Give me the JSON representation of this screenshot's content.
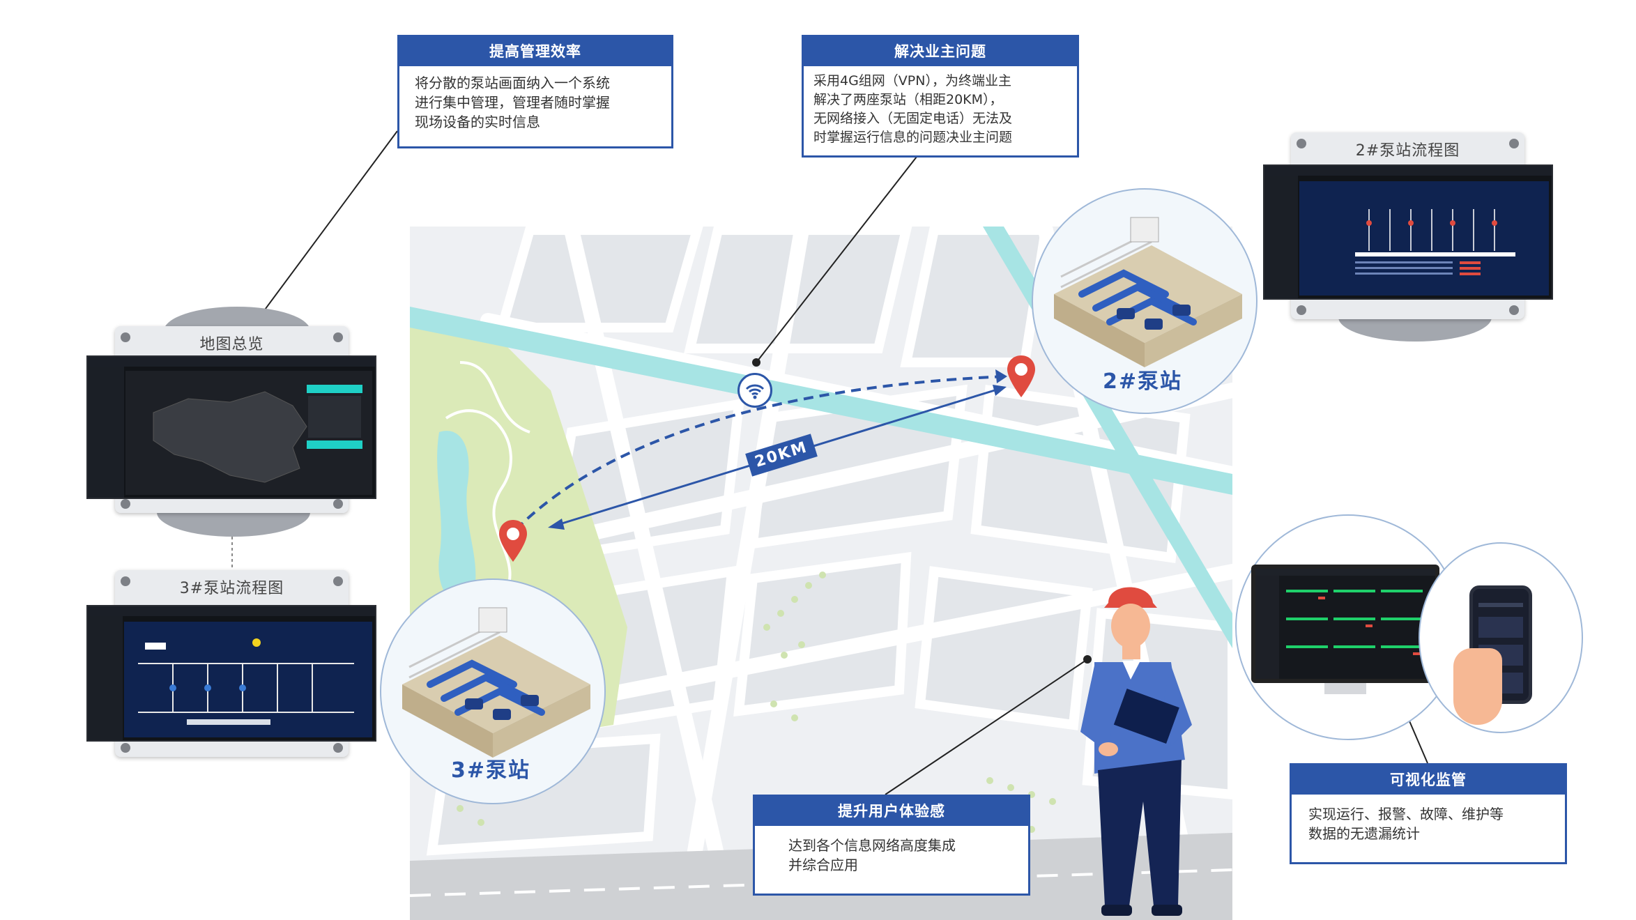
{
  "callouts": {
    "efficiency": {
      "title": "提高管理效率",
      "lines": [
        "将分散的泵站画面纳入一个系统",
        "进行集中管理，管理者随时掌握",
        "现场设备的实时信息"
      ]
    },
    "solve": {
      "title": "解决业主问题",
      "lines": [
        "采用4G组网（VPN），为终端业主",
        "解决了两座泵站（相距20KM），",
        "无网络接入（无固定电话）无法及",
        "时掌握运行信息的问题决业主问题"
      ]
    },
    "experience": {
      "title": "提升用户体验感",
      "lines": [
        "达到各个信息网络高度集成",
        "并综合应用"
      ]
    },
    "visual": {
      "title": "可视化监管",
      "lines": [
        "实现运行、报警、故障、维护等",
        "数据的无遗漏统计"
      ]
    }
  },
  "cards": {
    "map_overview": "地图总览",
    "flow3": "3#泵站流程图",
    "flow2": "2#泵站流程图"
  },
  "stations": {
    "s2": "2#泵站",
    "s3": "3#泵站"
  },
  "distance": "20KM",
  "colors": {
    "accent": "#2c56a8",
    "pin": "#e04b3f",
    "river": "#a7e4e4",
    "park": "#dbeab8"
  },
  "icons": [
    "wifi-icon",
    "location-pin-icon",
    "worker-figure",
    "pump-station-illustration",
    "monitor-icon",
    "smartphone-icon"
  ]
}
